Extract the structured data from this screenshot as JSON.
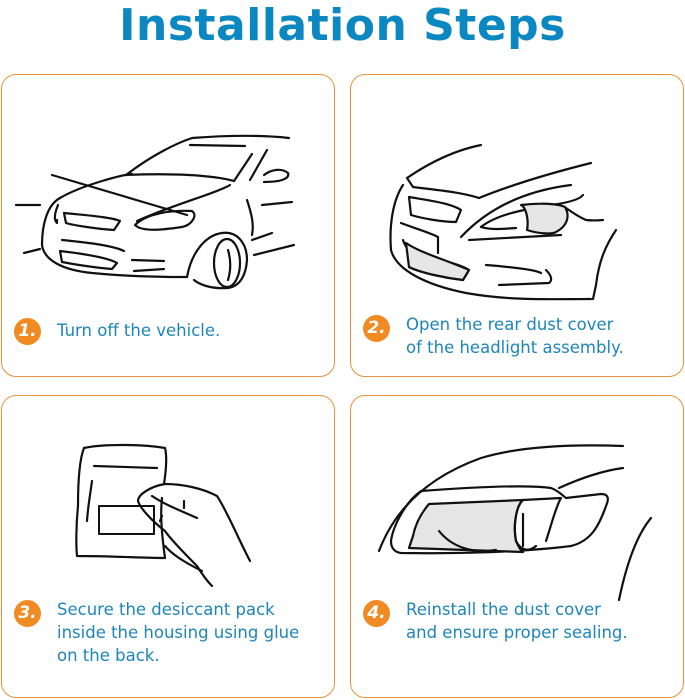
{
  "header": {
    "title": "Installation Steps"
  },
  "colors": {
    "title": "#0B87C1",
    "step_text": "#1E86B6",
    "badge": "#F08A22",
    "card_border": "#E8923C",
    "illustration_stroke": "#111111",
    "illustration_fill": "#E6E6E6"
  },
  "steps": [
    {
      "number": "1.",
      "text": "Turn off the vehicle.",
      "illustration": "car-front-icon"
    },
    {
      "number": "2.",
      "text": "Open the rear dust cover\nof the headlight assembly.",
      "illustration": "headlight-assembly-icon"
    },
    {
      "number": "3.",
      "text": "Secure the desiccant pack\ninside the housing using glue\non the back.",
      "illustration": "desiccant-pack-hand-icon"
    },
    {
      "number": "4.",
      "text": "Reinstall the dust cover\nand ensure proper sealing.",
      "illustration": "headlight-closeup-icon"
    }
  ]
}
